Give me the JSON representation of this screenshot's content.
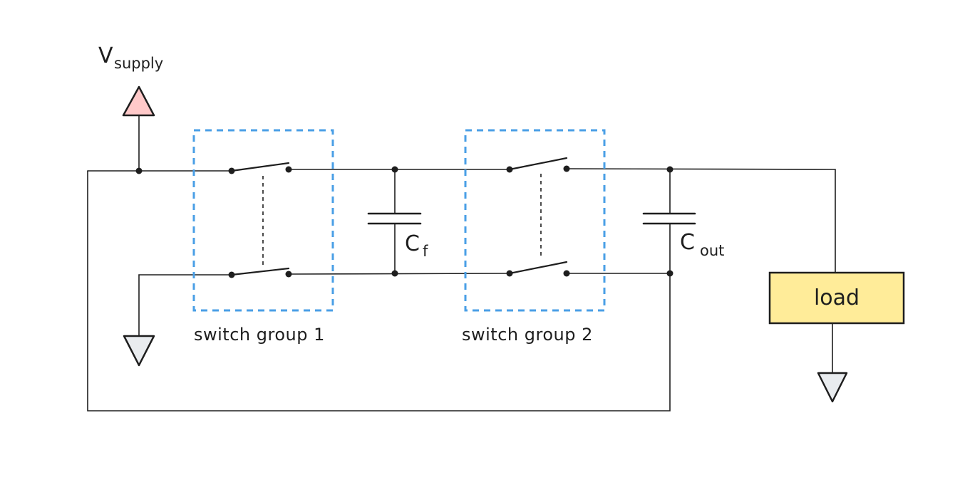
{
  "labels": {
    "supply_main": "V",
    "supply_sub": "supply",
    "cf_main": "C",
    "cf_sub": "f",
    "cout_main": "C",
    "cout_sub": "out",
    "group1": "switch group 1",
    "group2": "switch group 2",
    "load": "load"
  },
  "colors": {
    "supply_fill": "#ffc9c9",
    "ground_fill": "#e9ecef",
    "load_fill": "#ffec99",
    "group_border": "#4a9fe6",
    "wire": "#1e1e1e"
  },
  "icons": {
    "supply": "triangle-up-icon",
    "ground": "triangle-down-icon"
  }
}
